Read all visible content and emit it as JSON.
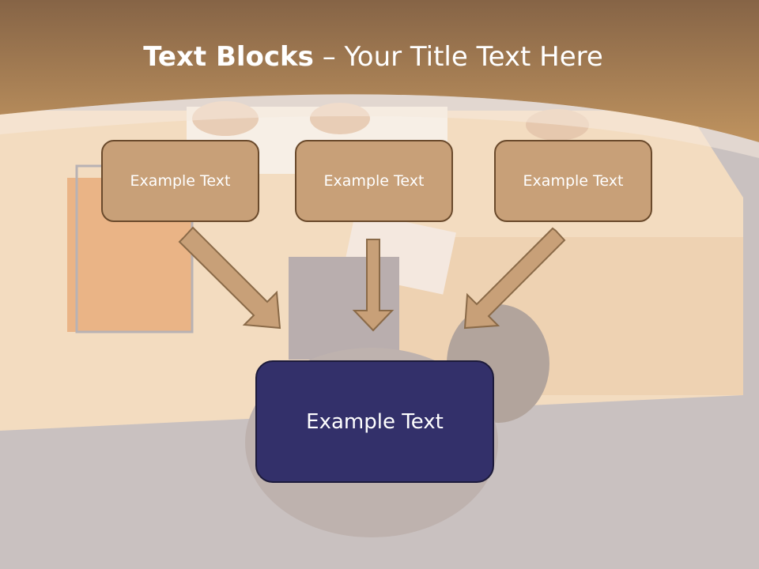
{
  "title": {
    "bold": "Text Blocks",
    "separator": " – ",
    "rest": "Your Title Text Here"
  },
  "boxes": [
    {
      "text": "Example Text"
    },
    {
      "text": "Example Text"
    },
    {
      "text": "Example Text"
    }
  ],
  "main_box": {
    "text": "Example Text"
  },
  "colors": {
    "header": "#b88a5a",
    "box_fill": "#c8a078",
    "box_border": "#6a4a2c",
    "main_fill": "#33306a",
    "arrow_fill": "#c8a078",
    "arrow_stroke": "#8a6a48"
  }
}
